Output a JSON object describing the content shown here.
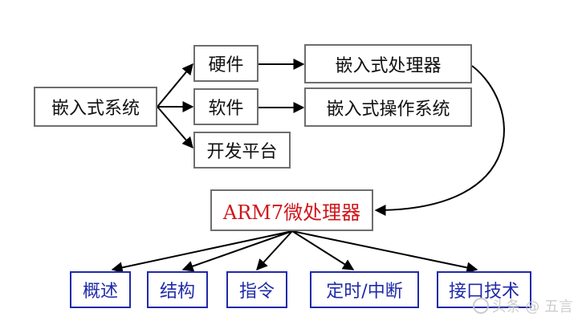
{
  "nodes": {
    "embedded_system": "嵌入式系统",
    "hardware": "硬件",
    "software": "软件",
    "dev_platform": "开发平台",
    "embedded_processor": "嵌入式处理器",
    "embedded_os": "嵌入式操作系统",
    "arm7": "ARM7微处理器",
    "overview": "概述",
    "structure": "结构",
    "instructions": "指令",
    "timer_interrupt": "定时/中断",
    "interface_tech": "接口技术"
  },
  "watermark": "头条 @ 五言",
  "colors": {
    "arm7_text": "#d0161b",
    "blue_accent": "#1f2aa8",
    "gray_border": "#6e6e6e"
  }
}
